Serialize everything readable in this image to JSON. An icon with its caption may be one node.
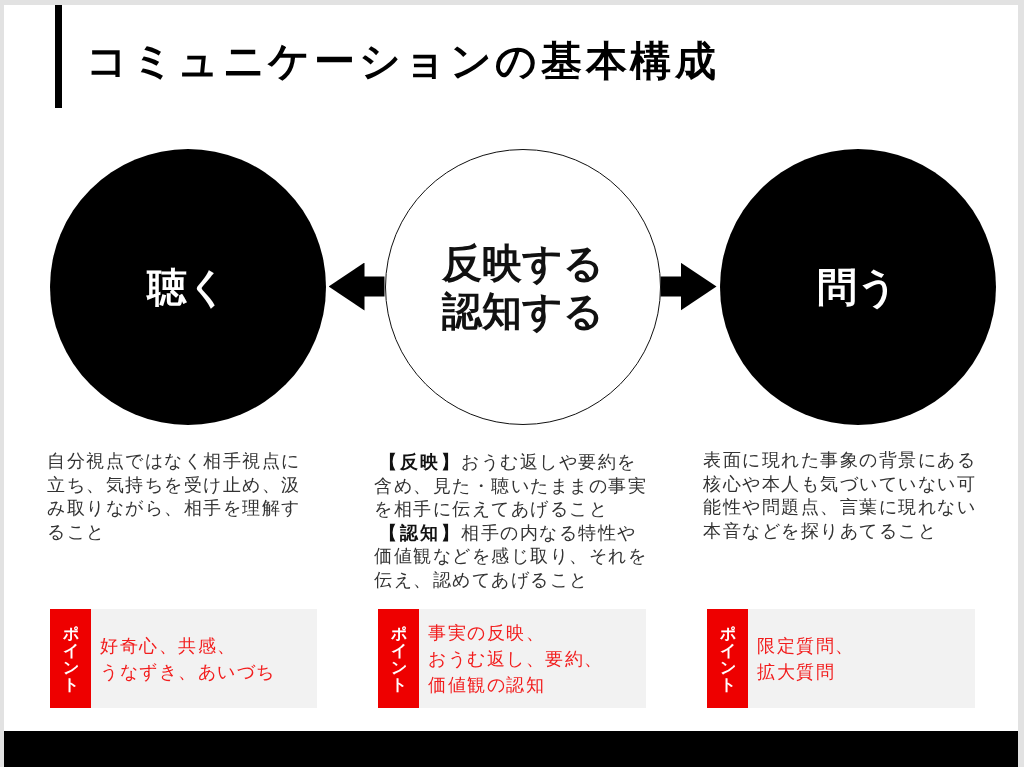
{
  "diagram": {
    "title": "コミュニケーションの基本構成",
    "nodes": [
      {
        "text": [
          "聴く"
        ],
        "beside": [
          "自分視点ではなく相手視点に立ち、気持ちを受け止め、汲み取りながら、相手を理解すること"
        ]
      },
      {
        "text": [
          "反映する認知する"
        ],
        "beside": [
          "**【反映】**おうむ返しや要約を含め、見た・聴いたままの事実を相手に伝えてあげること",
          "**【認知】**相手の内なる特性や価値観などを感じ取り、それを伝え、認めてあげること"
        ]
      },
      {
        "text": [
          "問う"
        ],
        "beside": [
          "表面に現れた事象の背景にある核心や本人も気づいていない可能性や問題点、言葉に現れない本音などを探りあてること"
        ]
      },
      {
        "text": [
          "好奇心、共感、うなずき、あいづち"
        ]
      },
      {
        "text": [
          "ポイント"
        ],
        "in": 3
      },
      {
        "text": [
          "事実の反映、おうむ返し、要約、価値観の認知"
        ]
      },
      {
        "text": [
          "ポイント"
        ],
        "in": 5
      },
      {
        "text": [
          "限定質問、拡大質問"
        ]
      },
      {
        "text": [
          "ポイント"
        ],
        "in": 7
      }
    ],
    "edges": [
      {
        "from": 1,
        "to": 0,
        "arrow": "to"
      },
      {
        "from": 1,
        "to": 2,
        "arrow": "to"
      }
    ]
  }
}
